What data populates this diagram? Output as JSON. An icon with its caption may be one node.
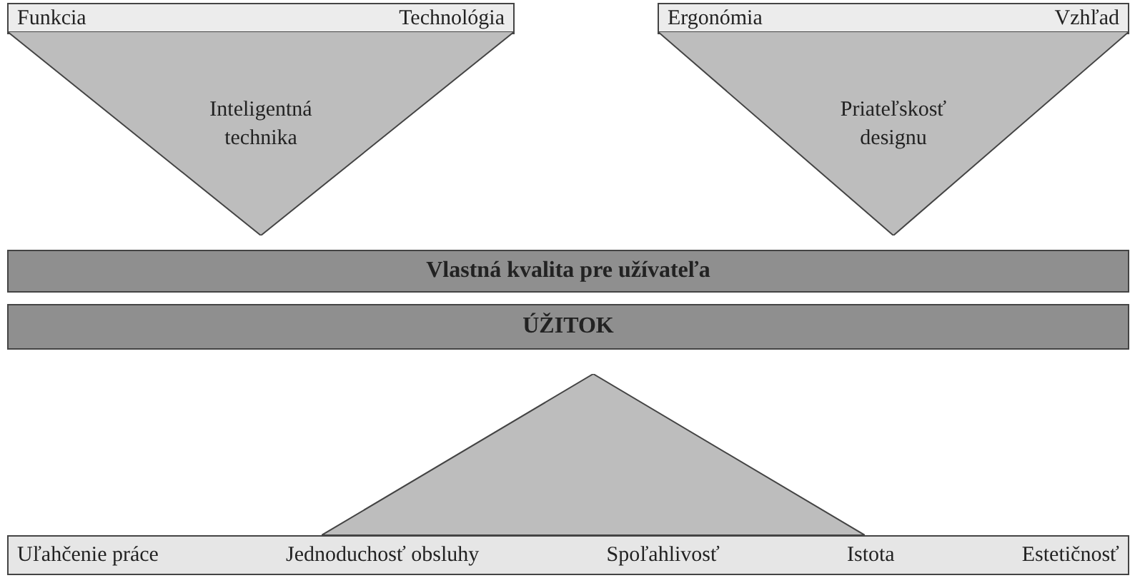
{
  "diagram": {
    "nodes": [
      {
        "text": [
          "Funkcia",
          "Technológia"
        ]
      },
      {
        "text": [
          "Inteligentná technika"
        ]
      },
      {
        "text": [
          "Ergonómia",
          "Vzhľad"
        ]
      },
      {
        "text": [
          "Priateľskosť designu"
        ]
      },
      {
        "text": [
          "Vlastná kvalita pre užívateľa"
        ]
      },
      {
        "text": [
          "ÚŽITOK"
        ]
      },
      {
        "text": [],
        "shape": "triangle"
      },
      {
        "text": [
          "Uľahčenie práce",
          "Jednoduchosť obsluhy",
          "Spoľahlivosť",
          "Istota",
          "Estetičnosť"
        ]
      }
    ]
  }
}
